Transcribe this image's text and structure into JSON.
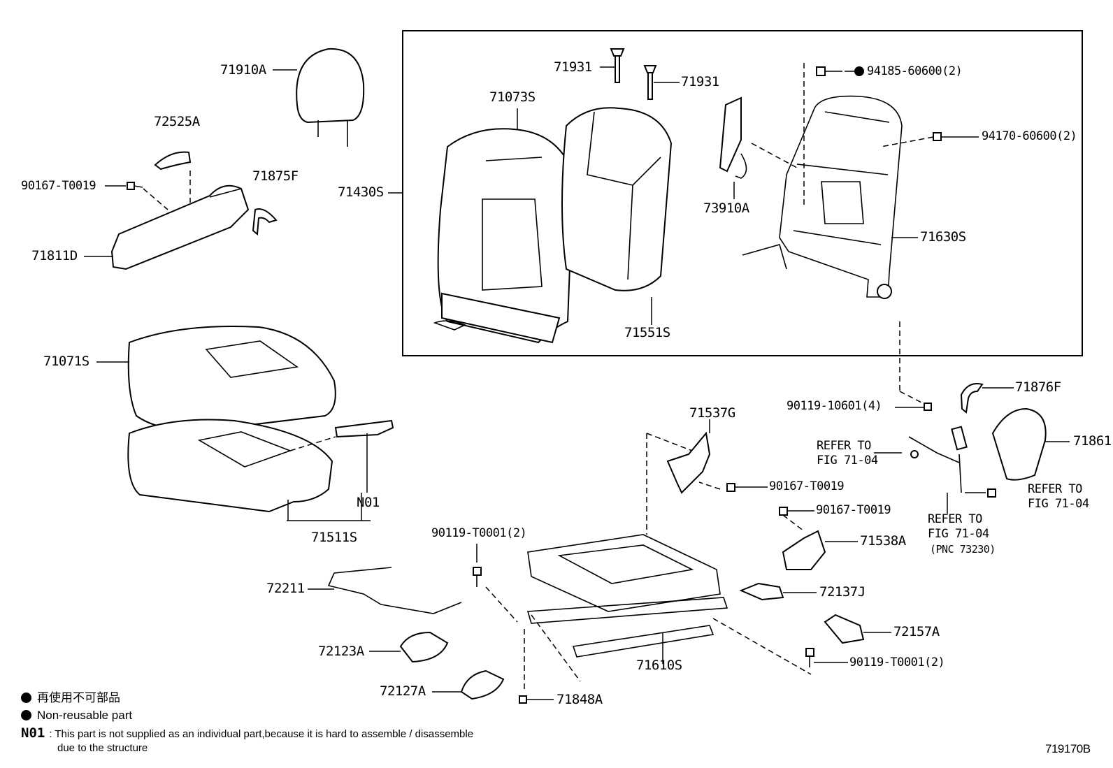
{
  "diagram": {
    "part_labels": {
      "p71910A": "71910A",
      "p72525A": "72525A",
      "p90167_a": "90167-T0019",
      "p71875F": "71875F",
      "p71811D": "71811D",
      "p71430S": "71430S",
      "p71073S": "71073S",
      "p71931_a": "71931",
      "p71931_b": "71931",
      "p94185": "94185-60600(2)",
      "p94170": "94170-60600(2)",
      "p73910A": "73910A",
      "p71630S": "71630S",
      "p71551S": "71551S",
      "p71071S": "71071S",
      "p71511S": "71511S",
      "pN01": "N01",
      "p71537G": "71537G",
      "p90119_10601": "90119-10601(4)",
      "p71876F": "71876F",
      "p71861": "71861",
      "p90167_b": "90167-T0019",
      "p90167_c": "90167-T0019",
      "p71538A": "71538A",
      "p90119_t1": "90119-T0001(2)",
      "p72211": "72211",
      "p72137J": "72137J",
      "p72157A": "72157A",
      "p72123A": "72123A",
      "p71610S": "71610S",
      "p90119_t2": "90119-T0001(2)",
      "p72127A": "72127A",
      "p71848A": "71848A"
    },
    "references": {
      "ref1_line1": "REFER TO",
      "ref1_line2": "FIG 71-04",
      "ref2_line1": "REFER TO",
      "ref2_line2": "FIG 71-04",
      "ref3_line1": "REFER TO",
      "ref3_line2": "FIG 71-04",
      "ref3_line3": "(PNC 73230)"
    },
    "legend": {
      "non_reusable_jp": "再使用不可部品",
      "non_reusable_en": "Non-reusable part",
      "n01_code": "N01",
      "n01_note_line1": ": This part is not supplied as an individual part,because it is hard to assemble / disassemble",
      "n01_note_line2": "due to the structure"
    },
    "figure_id": "719170B"
  }
}
